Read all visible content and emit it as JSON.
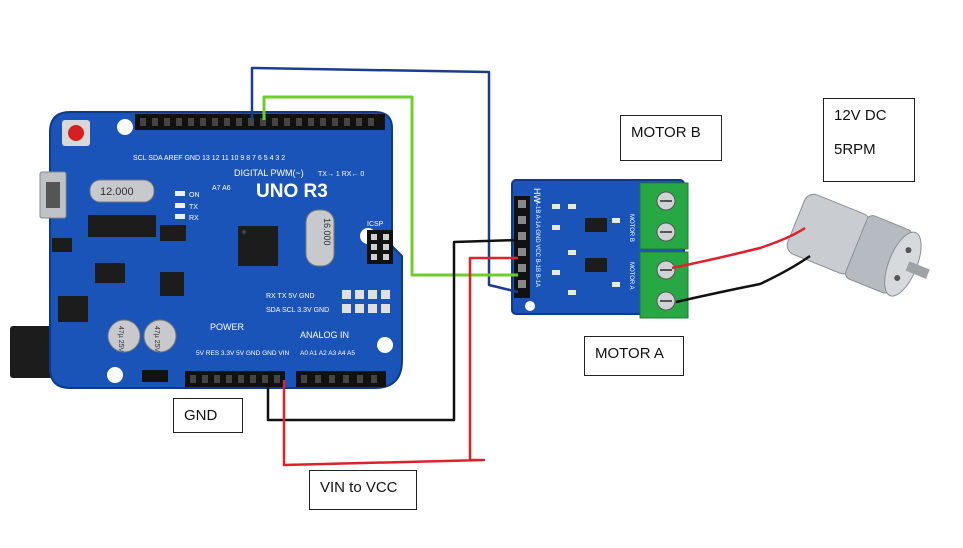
{
  "colors": {
    "board_blue": "#1a54b8",
    "board_edge": "#0f3a8a",
    "pcb_dark": "#1b2a5a",
    "header_black": "#111111",
    "terminal_green": "#27a844",
    "wire_blue": "#1a3d8f",
    "wire_green": "#6fcf2a",
    "wire_black": "#111111",
    "wire_red": "#e0202a",
    "motor_silver": "#c9cdd2"
  },
  "arduino": {
    "name_label": "UNO R3",
    "crystal_label": "12.000",
    "oscillator_label": "16.000",
    "power_label": "POWER",
    "analog_label": "ANALOG  IN",
    "digital_label": "DIGITAL PWM(~)",
    "tx_rx_label": "TX→ 1   RX← 0",
    "icsp_label": "ICSP",
    "on_label": "ON",
    "tx_label": "TX",
    "rx_label": "RX",
    "top_pins_label": "SCL SDA  AREF GND 13 12 11 10  9  8   7  6  5  4  3  2",
    "power_pins_label": "5V RES 3.3V 5V GND GND VIN",
    "analog_pins_label": "A0 A1 A2 A3 A4 A5",
    "rx5v_label": "RX   TX  5V  GND",
    "sda_label": "SDA  SCL 3.3V GND",
    "cap1_label": "47µ 25V",
    "cap2_label": "47µ 25V",
    "a6a7_label": "A7 A6"
  },
  "driver": {
    "motor_b_silk": "MOTOR B",
    "motor_a_silk": "MOTOR A",
    "pins_silk": "A-1B A-1A GND VCC B-1B B-1A",
    "logo_silk": "HW"
  },
  "labels": {
    "motor_b": "MOTOR B",
    "motor_a": "MOTOR A",
    "gnd": "GND",
    "vin_to_vcc": "VIN to VCC",
    "motor_spec_line1": "12V DC",
    "motor_spec_line2": "5RPM"
  }
}
